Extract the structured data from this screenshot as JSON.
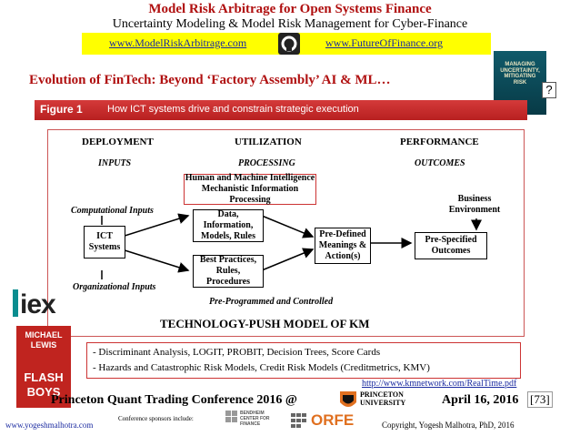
{
  "header": {
    "title": "Model Risk Arbitrage for Open Systems Finance",
    "subtitle": "Uncertainty Modeling & Model Risk Management for Cyber-Finance",
    "link_left": "www.ModelRiskArbitrage.com",
    "link_right": "www.FutureOfFinance.org"
  },
  "slide_title": "Evolution of FinTech: Beyond ‘Factory Assembly’ AI & ML…",
  "book_cover": "MANAGING UNCERTAINTY, MITIGATING RISK",
  "help_icon_glyph": "?",
  "figure": {
    "label": "Figure 1",
    "caption": "How ICT systems drive and constrain strategic execution",
    "columns": [
      {
        "title": "DEPLOYMENT",
        "sub": "INPUTS"
      },
      {
        "title": "UTILIZATION",
        "sub": "PROCESSING"
      },
      {
        "title": "PERFORMANCE",
        "sub": "OUTCOMES"
      }
    ],
    "center_header": "Human and Machine Intelligence\nMechanistic Information Processing",
    "computational_inputs": "Computational Inputs",
    "organizational_inputs": "Organizational Inputs",
    "nodes": {
      "ict": "ICT\nSystems",
      "data": "Data, Information,\nModels, Rules",
      "practices": "Best Practices,\nRules, Procedures",
      "predefined": "Pre-Defined\nMeanings &\nAction(s)",
      "business_env": "Business\nEnvironment",
      "outcomes": "Pre-Specified\nOutcomes"
    },
    "footer_note": "Pre-Programmed and Controlled",
    "model_title": "TECHNOLOGY-PUSH MODEL OF KM"
  },
  "iex_logo": "iex",
  "flash_boys": {
    "author1": "MICHAEL",
    "author2": "LEWIS",
    "title1": "FLASH",
    "title2": "BOYS"
  },
  "models_list": [
    "-  Discriminant Analysis, LOGIT, PROBIT, Decision Trees, Score Cards",
    "- Hazards and Catastrophic Risk Models, Credit Risk Models (Creditmetrics, KMV)"
  ],
  "km_link": "http://www.kmnetwork.com/RealTime.pdf",
  "footer": {
    "conference": "Princeton Quant Trading Conference 2016 @",
    "princeton_logo": "PRINCETON UNIVERSITY",
    "date": "April 16, 2016",
    "slide_number": "[73]",
    "website": "www.yogeshmalhotra.com",
    "sponsors_label": "Conference sponsors include:",
    "bendheim": "BENDHEIM CENTER FOR FINANCE",
    "orfe": "ORFE",
    "copyright": "Copyright, Yogesh Malhotra, PhD, 2016"
  },
  "colors": {
    "accent_red": "#b01010",
    "link_blue": "#1a2aa0",
    "highlight": "#ffff00"
  }
}
